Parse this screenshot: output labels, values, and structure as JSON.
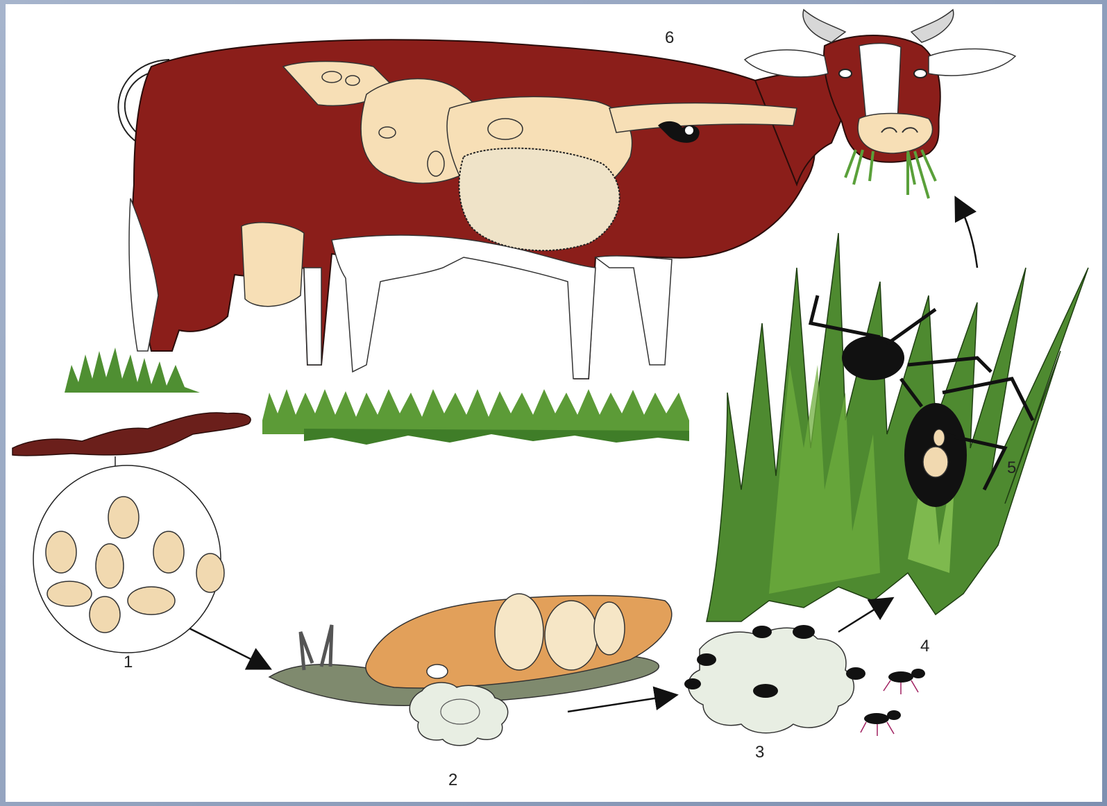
{
  "diagram": {
    "stage_labels": [
      "1",
      "2",
      "3",
      "4",
      "5",
      "6"
    ],
    "colors": {
      "cow_body": "#8b1e1a",
      "cow_white": "#ffffff",
      "organ": "#f7dfb6",
      "grass_dark": "#3b7a2a",
      "grass_light": "#86c04a",
      "snail_shell": "#e2a05a",
      "snail_body": "#7f8a6e",
      "dung": "#6b1f1b",
      "ant": "#111111",
      "egg": "#f1d9b0",
      "background": "#ffffff",
      "frame": "#8a9bb8"
    },
    "icons": [
      "cow-icon",
      "egg-circle-icon",
      "snail-icon",
      "slime-ball-icon",
      "ant-icon",
      "grass-icon",
      "arrow-icon"
    ]
  }
}
